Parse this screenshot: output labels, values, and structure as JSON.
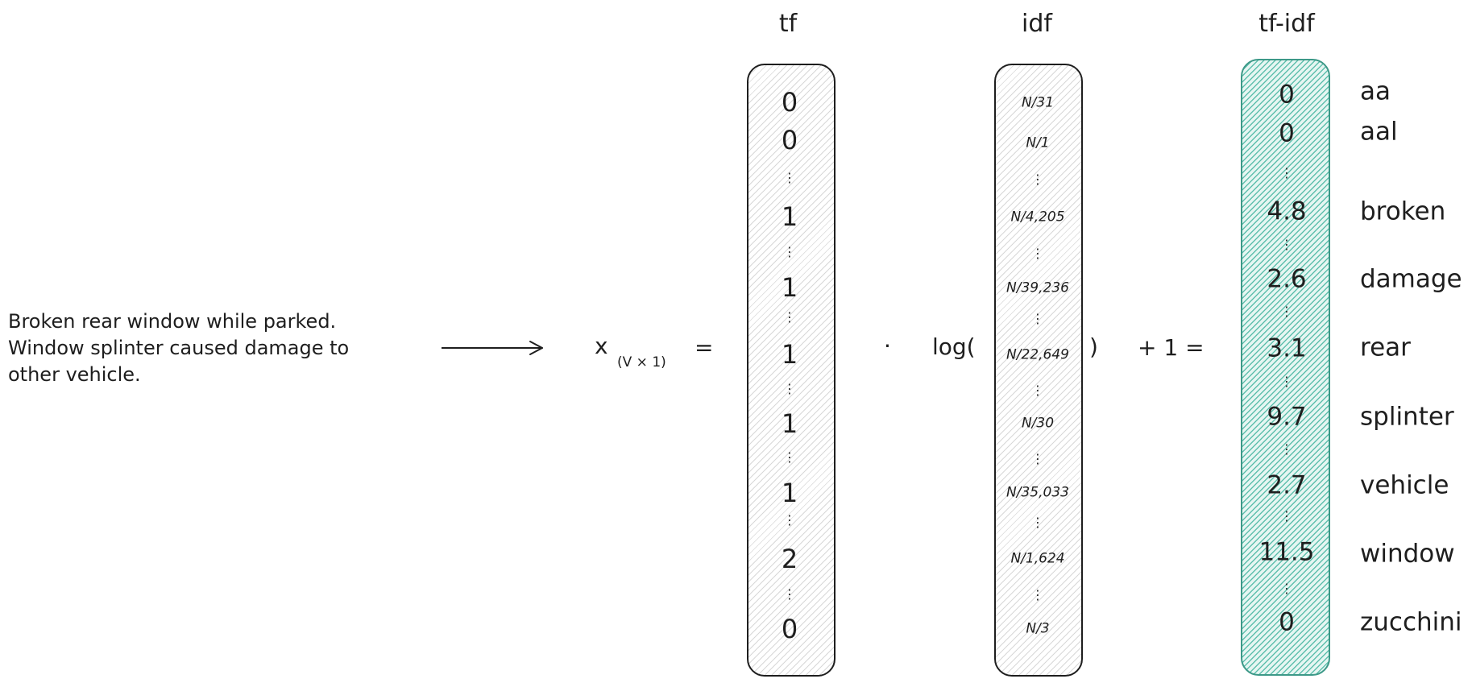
{
  "sentence": {
    "lines": [
      "Broken rear window while parked.",
      "Window splinter caused damage to",
      "other vehicle."
    ]
  },
  "equation": {
    "x_symbol": "x",
    "x_subscript": "(V × 1)",
    "equals": "=",
    "dot": "·",
    "log_open": "log(",
    "log_close": ")",
    "plus_one": "+ 1 ="
  },
  "headers": {
    "tf": "tf",
    "idf": "idf",
    "tfidf": "tf-idf"
  },
  "dots": "⋮",
  "tf_values": [
    "0",
    "0",
    "1",
    "1",
    "1",
    "1",
    "1",
    "2",
    "0"
  ],
  "idf_values": [
    "N/31",
    "N/1",
    "N/4,205",
    "N/39,236",
    "N/22,649",
    "N/30",
    "N/35,033",
    "N/1,624",
    "N/3"
  ],
  "tfidf_values": [
    "0",
    "0",
    "4.8",
    "2.6",
    "3.1",
    "9.7",
    "2.7",
    "11.5",
    "0"
  ],
  "terms": [
    "aa",
    "aal",
    "broken",
    "damage",
    "rear",
    "splinter",
    "vehicle",
    "window",
    "zucchini"
  ],
  "colors": {
    "ink": "#1e1e1e",
    "teal_stroke": "#3d9988",
    "teal_fill": "#5fbfad"
  }
}
